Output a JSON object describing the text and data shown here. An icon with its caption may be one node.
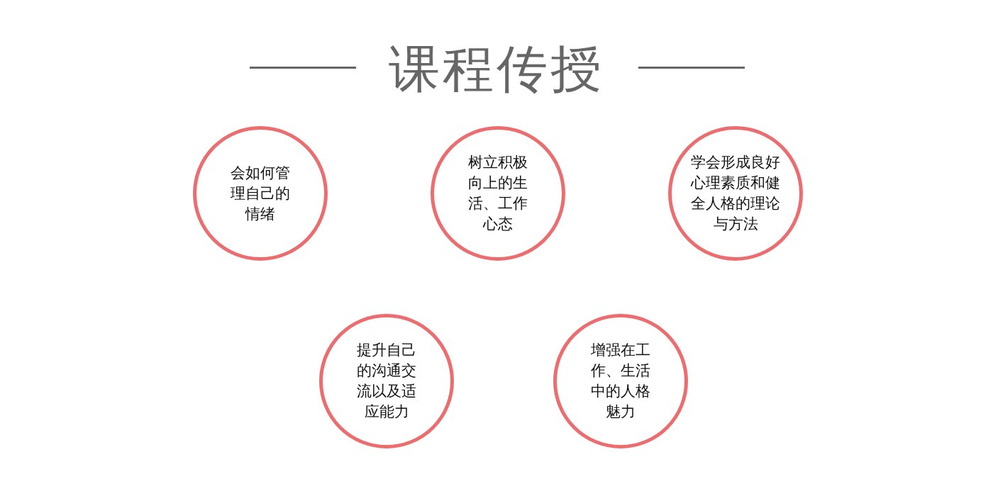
{
  "diagram": {
    "title": "课程传授",
    "nodes": [
      {
        "text": [
          "会如何管理自己的情绪"
        ]
      },
      {
        "text": [
          "树立积极向上的生活、工作心态"
        ]
      },
      {
        "text": [
          "学会形成良好心理素质和健全人格的理论与方法"
        ]
      },
      {
        "text": [
          "提升自己的沟通交流以及适应能力"
        ]
      },
      {
        "text": [
          "增强在工作、生活中的人格魅力"
        ]
      }
    ],
    "edges": []
  }
}
